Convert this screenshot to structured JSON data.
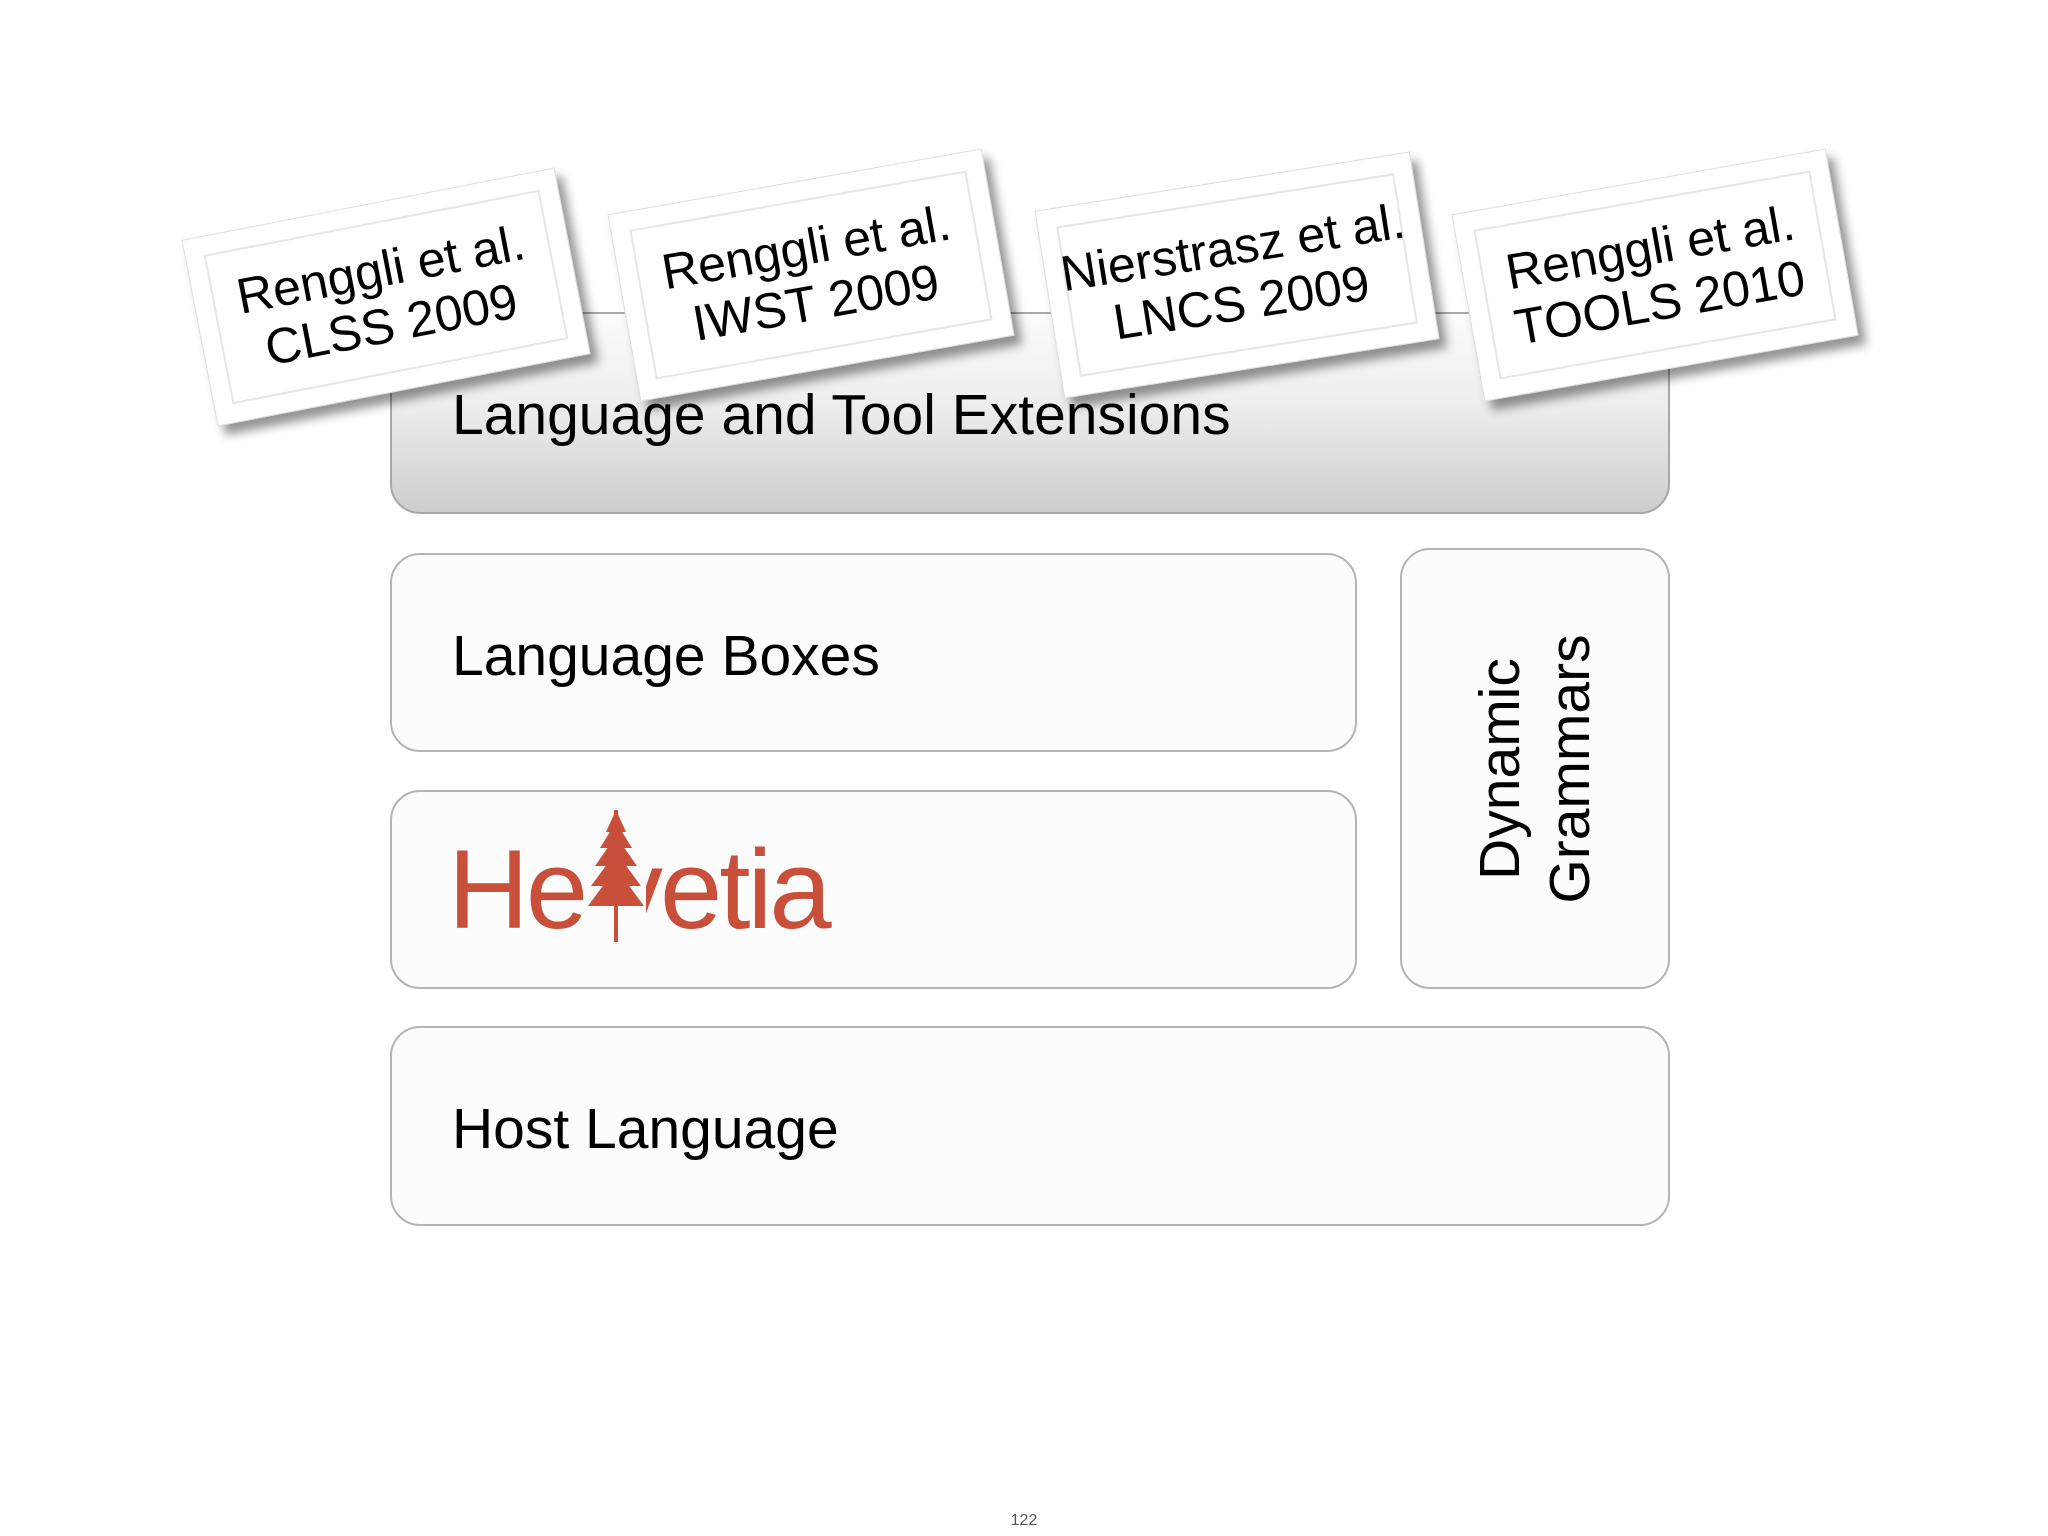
{
  "layers": {
    "extensions": "Language and Tool Extensions",
    "language_boxes": "Language Boxes",
    "helvetia_logo": "Helvetia",
    "dynamic_grammars": [
      "Dynamic",
      "Grammars"
    ],
    "host_language": "Host Language"
  },
  "colors": {
    "logo": "#c8503a"
  },
  "citations": [
    {
      "author": "Renggli et al.",
      "venue": "CLSS 2009"
    },
    {
      "author": "Renggli et al.",
      "venue": "IWST 2009"
    },
    {
      "author": "Nierstrasz et al.",
      "venue": "LNCS 2009"
    },
    {
      "author": "Renggli et al.",
      "venue": "TOOLS 2010"
    }
  ],
  "page_number": "122"
}
